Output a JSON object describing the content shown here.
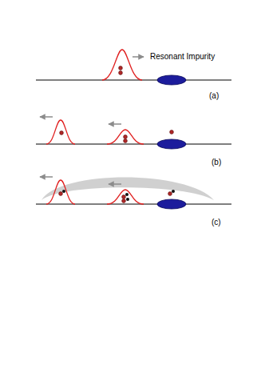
{
  "diagram": {
    "labels": [
      "Resonant Impurity",
      "(a)",
      "(b)",
      "(c)"
    ]
  }
}
